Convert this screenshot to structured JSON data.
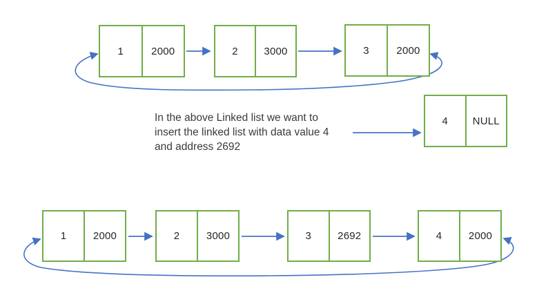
{
  "colors": {
    "node_border": "#70AD47",
    "arrow": "#4472C4",
    "text": "#3a3a3a"
  },
  "top_list": {
    "nodes": [
      {
        "data": "1",
        "next": "2000"
      },
      {
        "data": "2",
        "next": "3000"
      },
      {
        "data": "3",
        "next": "2000"
      }
    ]
  },
  "insert_note": {
    "lines": [
      "In the above Linked list we want to",
      "insert the linked list with data value 4",
      "and address 2692"
    ]
  },
  "new_node": {
    "data": "4",
    "next": "NULL"
  },
  "bottom_list": {
    "nodes": [
      {
        "data": "1",
        "next": "2000"
      },
      {
        "data": "2",
        "next": "3000"
      },
      {
        "data": "3",
        "next": "2692"
      },
      {
        "data": "4",
        "next": "2000"
      }
    ]
  }
}
